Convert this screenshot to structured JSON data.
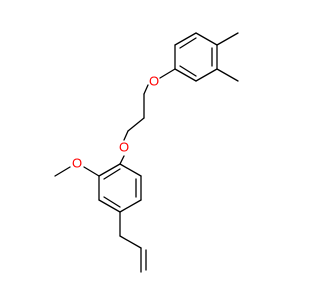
{
  "molecule": {
    "atoms": {
      "ether_oxygen_top": "O",
      "ether_oxygen_middle": "O",
      "methoxy_oxygen": "O"
    }
  },
  "colors": {
    "bond": "#000000",
    "oxygen": "#ff0000",
    "background": "#ffffff"
  }
}
